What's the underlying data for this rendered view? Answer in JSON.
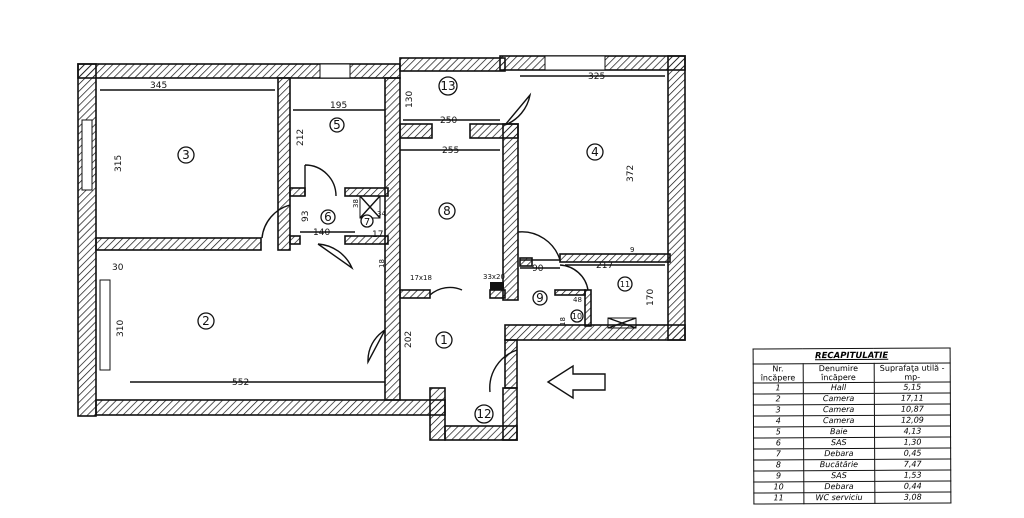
{
  "rooms": [
    "1",
    "2",
    "3",
    "4",
    "5",
    "6",
    "7",
    "8",
    "9",
    "10",
    "11",
    "12",
    "13"
  ],
  "dimensions": [
    "345",
    "195",
    "130",
    "250",
    "325",
    "315",
    "212",
    "255",
    "372",
    "93",
    "38",
    "34",
    "140",
    "17",
    "30",
    "18",
    "17x18",
    "33x20",
    "90",
    "217",
    "9",
    "170",
    "48",
    "18",
    "310",
    "552",
    "202"
  ],
  "table": {
    "title": "RECAPITULATIE",
    "headers": [
      "Nr. încăpere",
      "Denumire încăpere",
      "Suprafaţa utilă - mp-"
    ],
    "rows": [
      [
        "1",
        "Hall",
        "5,15"
      ],
      [
        "2",
        "Camera",
        "17,11"
      ],
      [
        "3",
        "Camera",
        "10,87"
      ],
      [
        "4",
        "Camera",
        "12,09"
      ],
      [
        "5",
        "Baie",
        "4,13"
      ],
      [
        "6",
        "SAS",
        "1,30"
      ],
      [
        "7",
        "Debara",
        "0,45"
      ],
      [
        "8",
        "Bucătărie",
        "7,47"
      ],
      [
        "9",
        "SAS",
        "1,53"
      ],
      [
        "10",
        "Debara",
        "0,44"
      ],
      [
        "11",
        "WC serviciu",
        "3,08"
      ]
    ]
  }
}
